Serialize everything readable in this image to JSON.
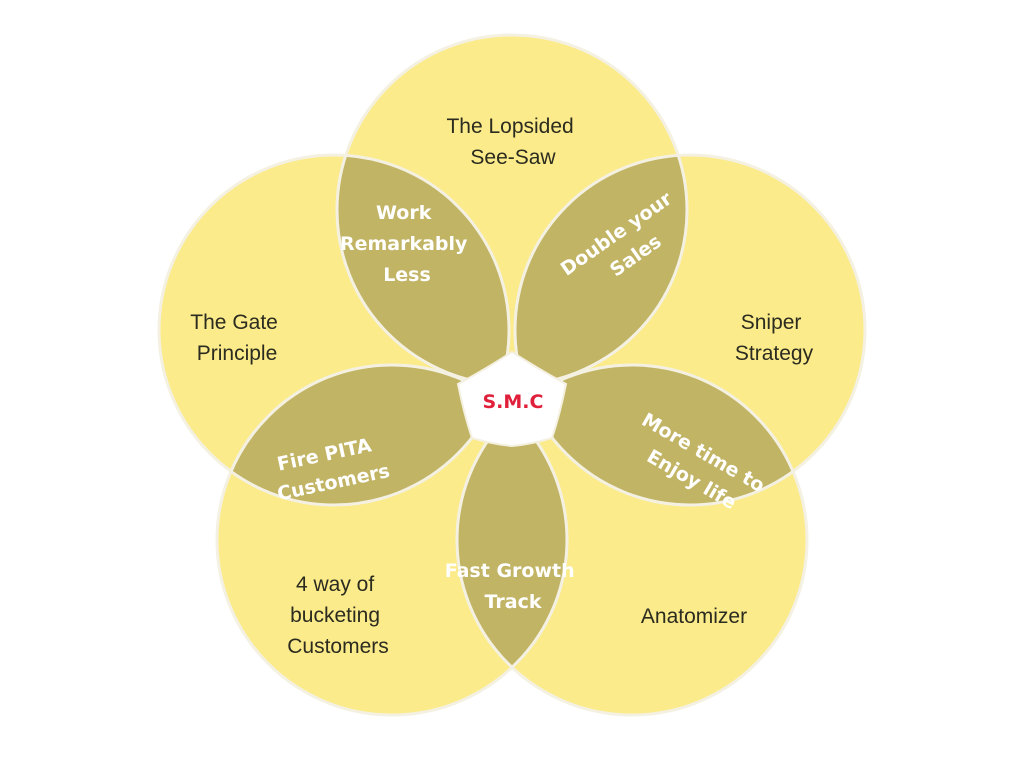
{
  "center": {
    "label": "S.M.C"
  },
  "outer_labels": {
    "top": [
      "The Lopsided",
      "See-Saw"
    ],
    "right": [
      "Sniper",
      "Strategy"
    ],
    "bottom_right": [
      "Anatomizer"
    ],
    "bottom_left": [
      "4 way of",
      "bucketing",
      "Customers"
    ],
    "left": [
      "The Gate",
      "Principle"
    ]
  },
  "overlap_labels": {
    "top_left": [
      "Work",
      "Remarkably",
      "Less"
    ],
    "top_right": [
      "Double your",
      "Sales"
    ],
    "right": [
      "More time to",
      "Enjoy life"
    ],
    "bottom": [
      "Fast Growth",
      "Track"
    ],
    "left": [
      "Fire PITA",
      "Customers"
    ]
  },
  "colors": {
    "petal_fill": "#fbeb8a",
    "petal_stroke": "#f4f1e2",
    "overlap_two": "#c2b465",
    "overlap_three": "#9a8d45",
    "overlap_four": "#7f743a",
    "center_fill": "#ffffff",
    "center_text": "#e0203a"
  }
}
